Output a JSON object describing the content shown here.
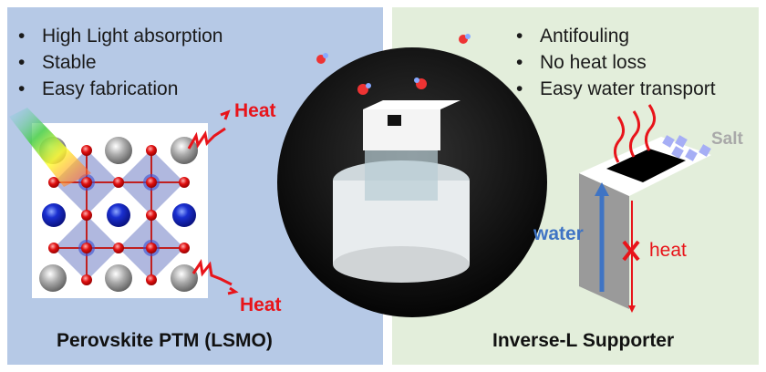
{
  "left_panel": {
    "bullets": [
      "High Light absorption",
      "Stable",
      "Easy fabrication"
    ],
    "heat_label_top": "Heat",
    "heat_label_bottom": "Heat",
    "title": "Perovskite PTM (LSMO)"
  },
  "right_panel": {
    "bullets": [
      "Antifouling",
      "No heat loss",
      "Easy water transport"
    ],
    "salt_label": "Salt",
    "water_label": "water",
    "heat_label": "heat",
    "title": "Inverse-L Supporter"
  },
  "colors": {
    "left_bg": "#b6c9e6",
    "right_bg": "#e3eedb",
    "heat": "#e8141a",
    "water": "#3f74c4"
  }
}
